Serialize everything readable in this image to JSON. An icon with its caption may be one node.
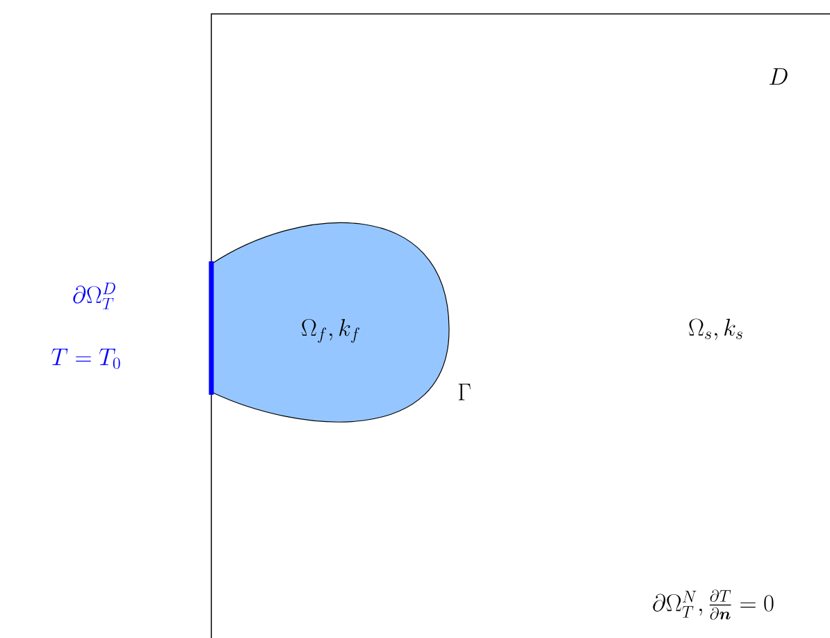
{
  "diagram": {
    "nodes": [
      {
        "text": [
          "D",
          "\\Omega_s, k_s"
        ]
      },
      {
        "text": [
          "\\Omega_f, k_f"
        ],
        "beside": [
          "\\Gamma"
        ],
        "in": 0
      }
    ],
    "labels": [
      "\\partial\\Omega_T^D",
      "T = T_0",
      "\\partial\\Omega_T^N, \\frac{\\partial T}{\\partial \\boldsymbol{n}} = 0"
    ]
  }
}
